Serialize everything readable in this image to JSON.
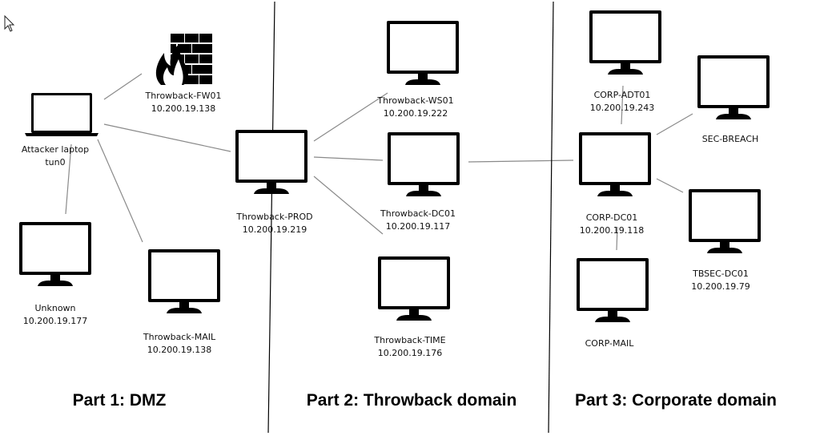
{
  "nodes": [
    {
      "id": "attacker",
      "name": "Attacker laptop",
      "ip": "tun0",
      "icon": "laptop-icon"
    },
    {
      "id": "fw01",
      "name": "Throwback-FW01",
      "ip": "10.200.19.138",
      "icon": "firewall-icon"
    },
    {
      "id": "unknown",
      "name": "Unknown",
      "ip": "10.200.19.177",
      "icon": "monitor-icon"
    },
    {
      "id": "mail",
      "name": "Throwback-MAIL",
      "ip": "10.200.19.138",
      "icon": "monitor-icon"
    },
    {
      "id": "prod",
      "name": "Throwback-PROD",
      "ip": "10.200.19.219",
      "icon": "monitor-icon"
    },
    {
      "id": "ws01",
      "name": "Throwback-WS01",
      "ip": "10.200.19.222",
      "icon": "monitor-icon"
    },
    {
      "id": "dc01",
      "name": "Throwback-DC01",
      "ip": "10.200.19.117",
      "icon": "monitor-icon"
    },
    {
      "id": "time",
      "name": "Throwback-TIME",
      "ip": "10.200.19.176",
      "icon": "monitor-icon"
    },
    {
      "id": "adt01",
      "name": "CORP-ADT01",
      "ip": "10.200.19.243",
      "icon": "monitor-icon"
    },
    {
      "id": "breach",
      "name": "SEC-BREACH",
      "ip": "",
      "icon": "monitor-icon"
    },
    {
      "id": "corpdc01",
      "name": "CORP-DC01",
      "ip": "10.200.19.118",
      "icon": "monitor-icon"
    },
    {
      "id": "tbsec",
      "name": "TBSEC-DC01",
      "ip": "10.200.19.79",
      "icon": "monitor-icon"
    },
    {
      "id": "corpmail",
      "name": "CORP-MAIL",
      "ip": "",
      "icon": "monitor-icon"
    }
  ],
  "links": [
    [
      "attacker",
      "fw01"
    ],
    [
      "attacker",
      "prod"
    ],
    [
      "attacker",
      "unknown"
    ],
    [
      "attacker",
      "mail"
    ],
    [
      "prod",
      "ws01"
    ],
    [
      "prod",
      "dc01"
    ],
    [
      "prod",
      "time"
    ],
    [
      "dc01",
      "corpdc01"
    ],
    [
      "corpdc01",
      "adt01"
    ],
    [
      "corpdc01",
      "breach"
    ],
    [
      "corpdc01",
      "tbsec"
    ],
    [
      "corpdc01",
      "corpmail"
    ]
  ],
  "parts": [
    {
      "title": "Part 1: DMZ"
    },
    {
      "title": "Part 2: Throwback domain"
    },
    {
      "title": "Part 3: Corporate domain"
    }
  ],
  "colors": {
    "line": "#8a8a8a",
    "icon": "#000000",
    "fire": "#000000"
  }
}
